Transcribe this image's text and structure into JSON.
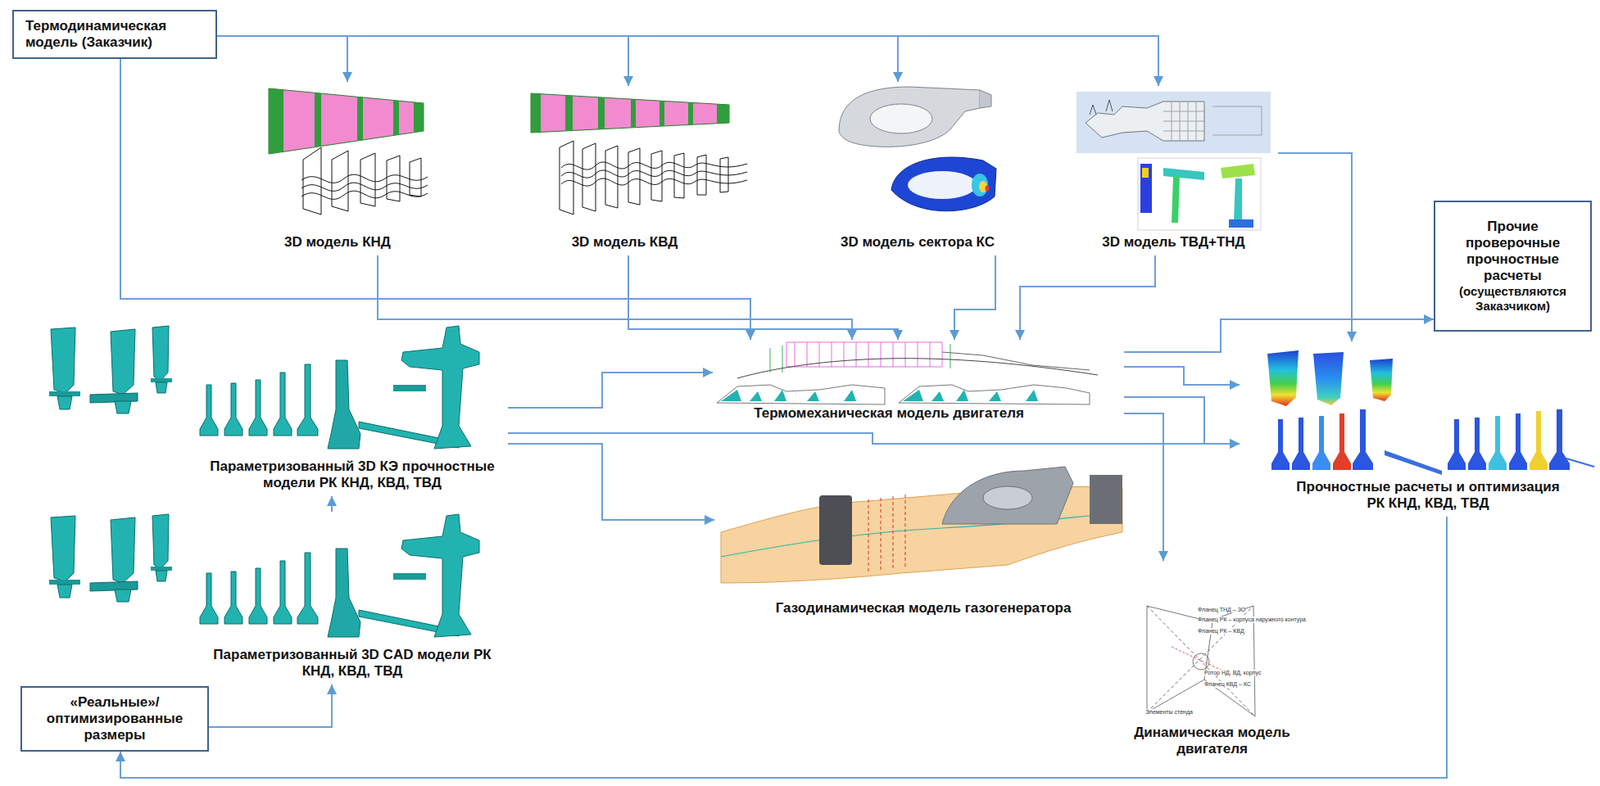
{
  "diagram": {
    "nodes": [
      {
        "text": [
          "Термодинамическая модель (Заказчик)"
        ]
      },
      {
        "text": [
          "3D модель КНД"
        ]
      },
      {
        "text": [
          "3D модель КВД"
        ]
      },
      {
        "text": [
          "3D модель сектора КС"
        ]
      },
      {
        "text": [
          "3D модель ТВД+ТНД"
        ]
      },
      {
        "text": [
          "Прочие проверочные прочностные расчеты",
          "(осуществляются Заказчиком)"
        ]
      },
      {
        "text": [
          "Параметризованный 3D КЭ прочностные модели РК КНД, КВД, ТВД"
        ]
      },
      {
        "text": [
          "Термомеханическая модель двигателя"
        ]
      },
      {
        "text": [
          "Прочностные расчеты и оптимизация РК КНД, КВД, ТВД"
        ]
      },
      {
        "text": [
          "Газодинамическая модель газогенератора"
        ]
      },
      {
        "text": [
          "Параметризованный 3D CAD модели РК КНД, КВД, ТВД"
        ]
      },
      {
        "text": [
          "Динамическая модель двигателя"
        ]
      },
      {
        "text": [
          "«Реальные»/ оптимизированные размеры"
        ]
      }
    ],
    "edges": [
      {
        "from": 0,
        "to": 1,
        "arrow": "to"
      },
      {
        "from": 0,
        "to": 2,
        "arrow": "to"
      },
      {
        "from": 0,
        "to": 3,
        "arrow": "to"
      },
      {
        "from": 0,
        "to": 4,
        "arrow": "to"
      },
      {
        "from": 0,
        "to": 7,
        "arrow": "to"
      },
      {
        "from": 1,
        "to": 7,
        "arrow": "to"
      },
      {
        "from": 2,
        "to": 7,
        "arrow": "to"
      },
      {
        "from": 3,
        "to": 7,
        "arrow": "to"
      },
      {
        "from": 4,
        "to": 7,
        "arrow": "to"
      },
      {
        "from": 4,
        "to": 8,
        "arrow": "to"
      },
      {
        "from": 7,
        "to": 5,
        "arrow": "to"
      },
      {
        "from": 7,
        "to": 8,
        "arrow": "to"
      },
      {
        "from": 7,
        "to": 8,
        "arrow": "to"
      },
      {
        "from": 7,
        "to": 11,
        "arrow": "to"
      },
      {
        "from": 6,
        "to": 7,
        "arrow": "to"
      },
      {
        "from": 6,
        "to": 8,
        "arrow": "to"
      },
      {
        "from": 6,
        "to": 9,
        "arrow": "to"
      },
      {
        "from": 10,
        "to": 6,
        "arrow": "to"
      },
      {
        "from": 12,
        "to": 10,
        "arrow": "to"
      },
      {
        "from": 8,
        "to": 12,
        "arrow": "to"
      }
    ],
    "labels": [
      "Фланец ТНД – ЗО",
      "Фланец РК – корпуса наружного контура",
      "Фланец РК – КВД",
      "Ротор НД, ВД, корпус",
      "Фланец КВД – КС",
      "Элементы стенда"
    ]
  }
}
